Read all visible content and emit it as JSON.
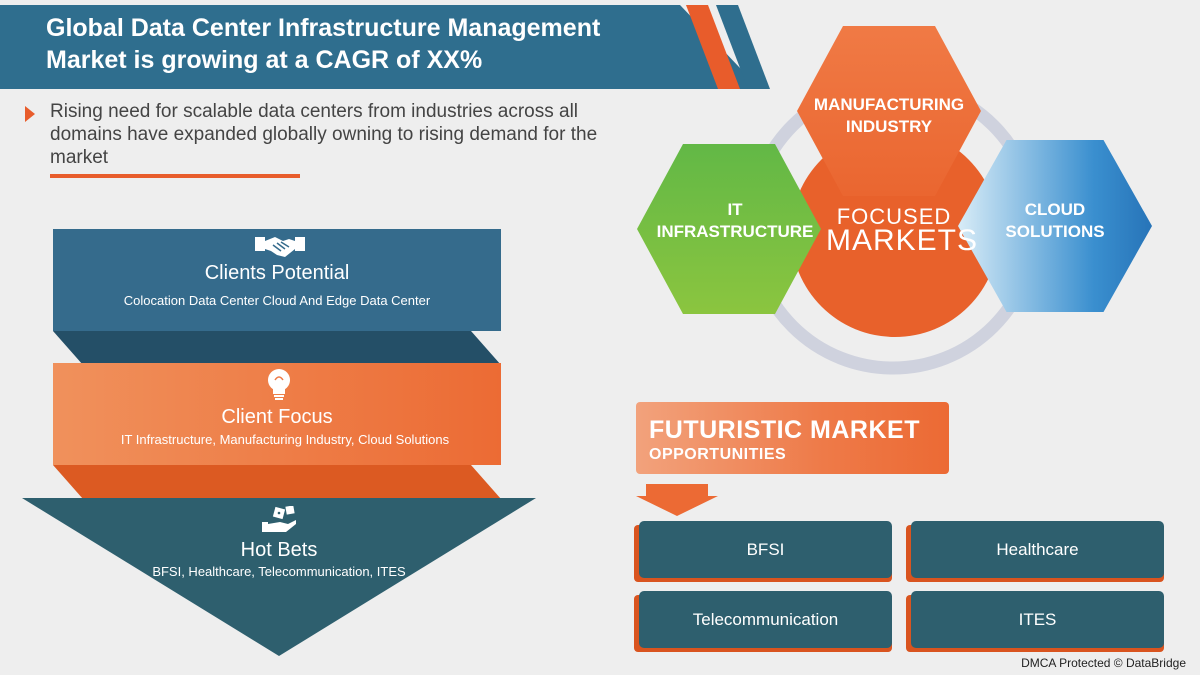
{
  "header": {
    "title_line_1": "Global Data Center Infrastructure Management",
    "title_line_2": "Market is growing at a CAGR of XX%"
  },
  "bullet": {
    "text": "Rising need for scalable data centers from industries across all domains have expanded globally owning to rising demand for the market"
  },
  "funnel": {
    "levels": [
      {
        "title": "Clients Potential",
        "subtitle": "Colocation Data Center Cloud And Edge Data Center",
        "icon": "handshake-icon"
      },
      {
        "title": "Client Focus",
        "subtitle": "IT Infrastructure, Manufacturing Industry, Cloud Solutions",
        "icon": "lightbulb-icon"
      },
      {
        "title": "Hot Bets",
        "subtitle": "BFSI, Healthcare, Telecommunication, ITES",
        "icon": "hand-dice-icon"
      }
    ]
  },
  "focused_markets": {
    "center_line_1": "FOCUSED",
    "center_line_2": "MARKETS",
    "segments": [
      {
        "label_1": "MANUFACTURING",
        "label_2": "INDUSTRY"
      },
      {
        "label_1": "IT",
        "label_2": "INFRASTRUCTURE"
      },
      {
        "label_1": "CLOUD",
        "label_2": "SOLUTIONS"
      }
    ]
  },
  "futuristic": {
    "title": "FUTURISTIC MARKET",
    "subtitle": "OPPORTUNITIES",
    "items": [
      "BFSI",
      "Healthcare",
      "Telecommunication",
      "ITES"
    ]
  },
  "footer": {
    "credit": "DMCA Protected © DataBridge"
  },
  "colors": {
    "teal_blue": "#2f6e8e",
    "orange": "#e85c2b",
    "dark_teal": "#2e5f6e",
    "green": "#7dc242",
    "sky_blue": "#3a8fcf",
    "background": "#eeeeee"
  }
}
